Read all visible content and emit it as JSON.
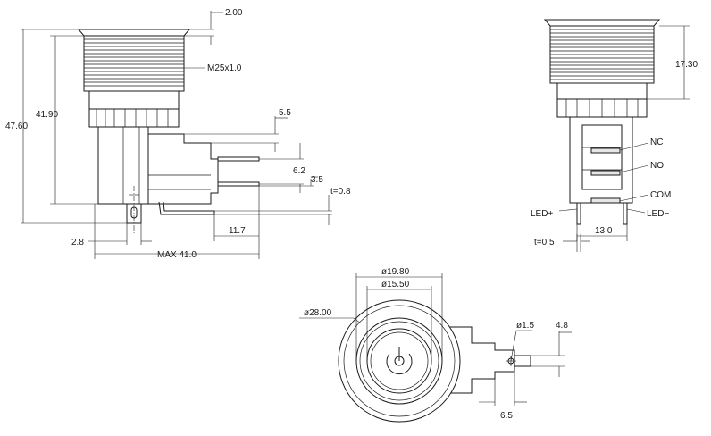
{
  "labels": {
    "d_2_00": "2.00",
    "d_m25": "M25x1.0",
    "d_41_90": "41.90",
    "d_47_60": "47.60",
    "d_5_5": "5.5",
    "d_6_2": "6.2",
    "d_3_5": "3.5",
    "d_t08": "t=0.8",
    "d_2_8": "2.8",
    "d_11_7": "11.7",
    "d_max41": "MAX 41.0",
    "d_17_30": "17.30",
    "nc": "NC",
    "no": "NO",
    "com": "COM",
    "led_plus": "LED+",
    "led_minus": "LED−",
    "d_13_0": "13.0",
    "d_t05": "t=0.5",
    "d_19_80": "ø19.80",
    "d_15_50": "ø15.50",
    "d_28_00": "ø28.00",
    "d_1_5": "ø1.5",
    "d_4_8": "4.8",
    "d_6_5": "6.5"
  }
}
